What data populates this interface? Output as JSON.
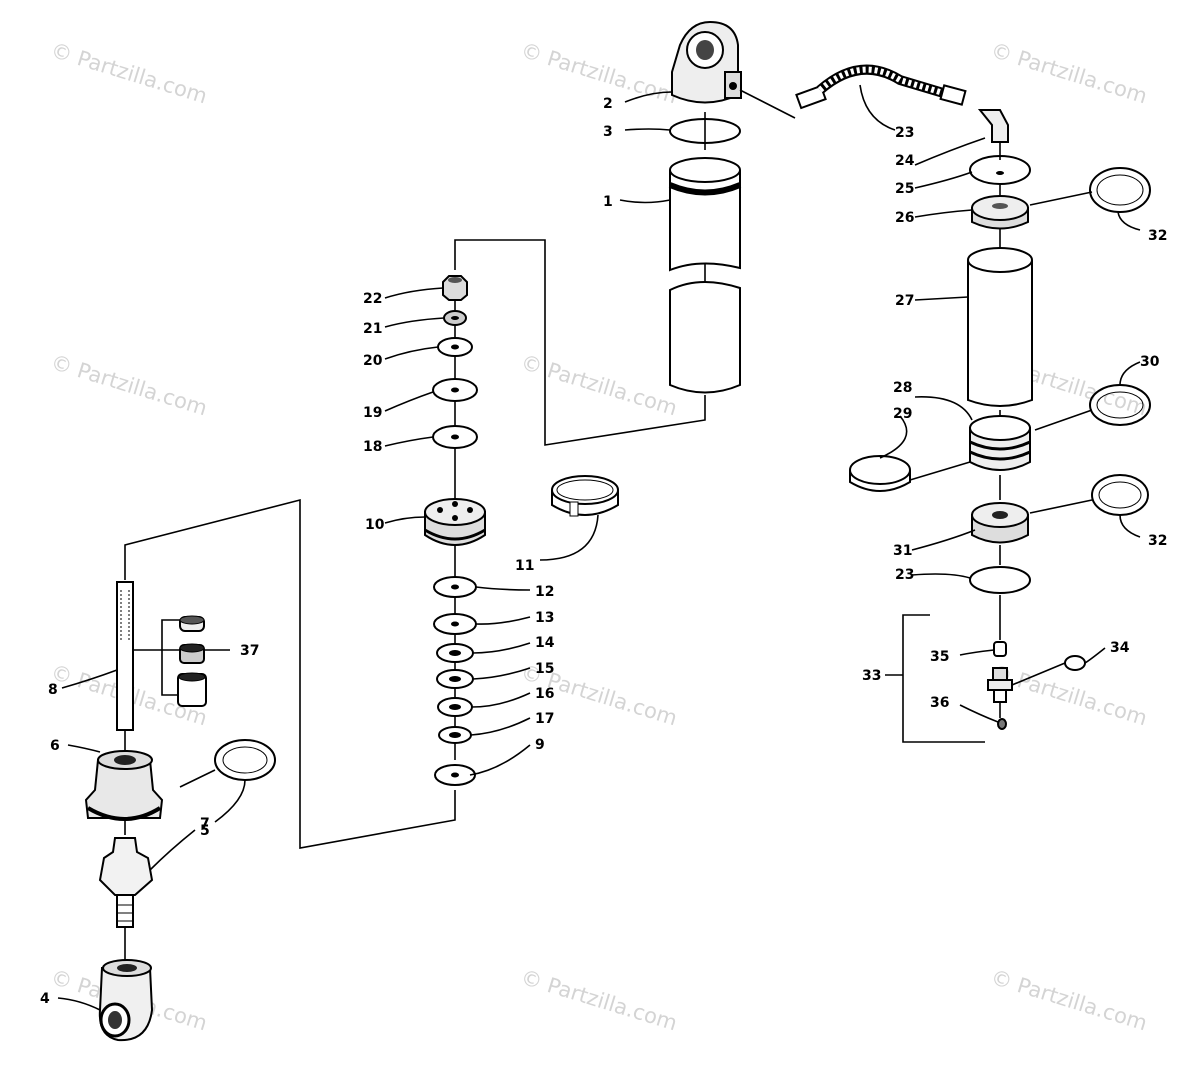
{
  "watermark": "© Partzilla.com",
  "callouts": {
    "c1": "1",
    "c2": "2",
    "c3": "3",
    "c4": "4",
    "c5": "5",
    "c6": "6",
    "c7": "7",
    "c8": "8",
    "c9": "9",
    "c10": "10",
    "c11": "11",
    "c12": "12",
    "c13": "13",
    "c14": "14",
    "c15": "15",
    "c16": "16",
    "c17": "17",
    "c18": "18",
    "c19": "19",
    "c20": "20",
    "c21": "21",
    "c22": "22",
    "c23a": "23",
    "c23b": "23",
    "c24": "24",
    "c25": "25",
    "c26": "26",
    "c27": "27",
    "c28": "28",
    "c29": "29",
    "c30": "30",
    "c31": "31",
    "c32a": "32",
    "c32b": "32",
    "c33": "33",
    "c34": "34",
    "c35": "35",
    "c36": "36",
    "c37": "37"
  }
}
